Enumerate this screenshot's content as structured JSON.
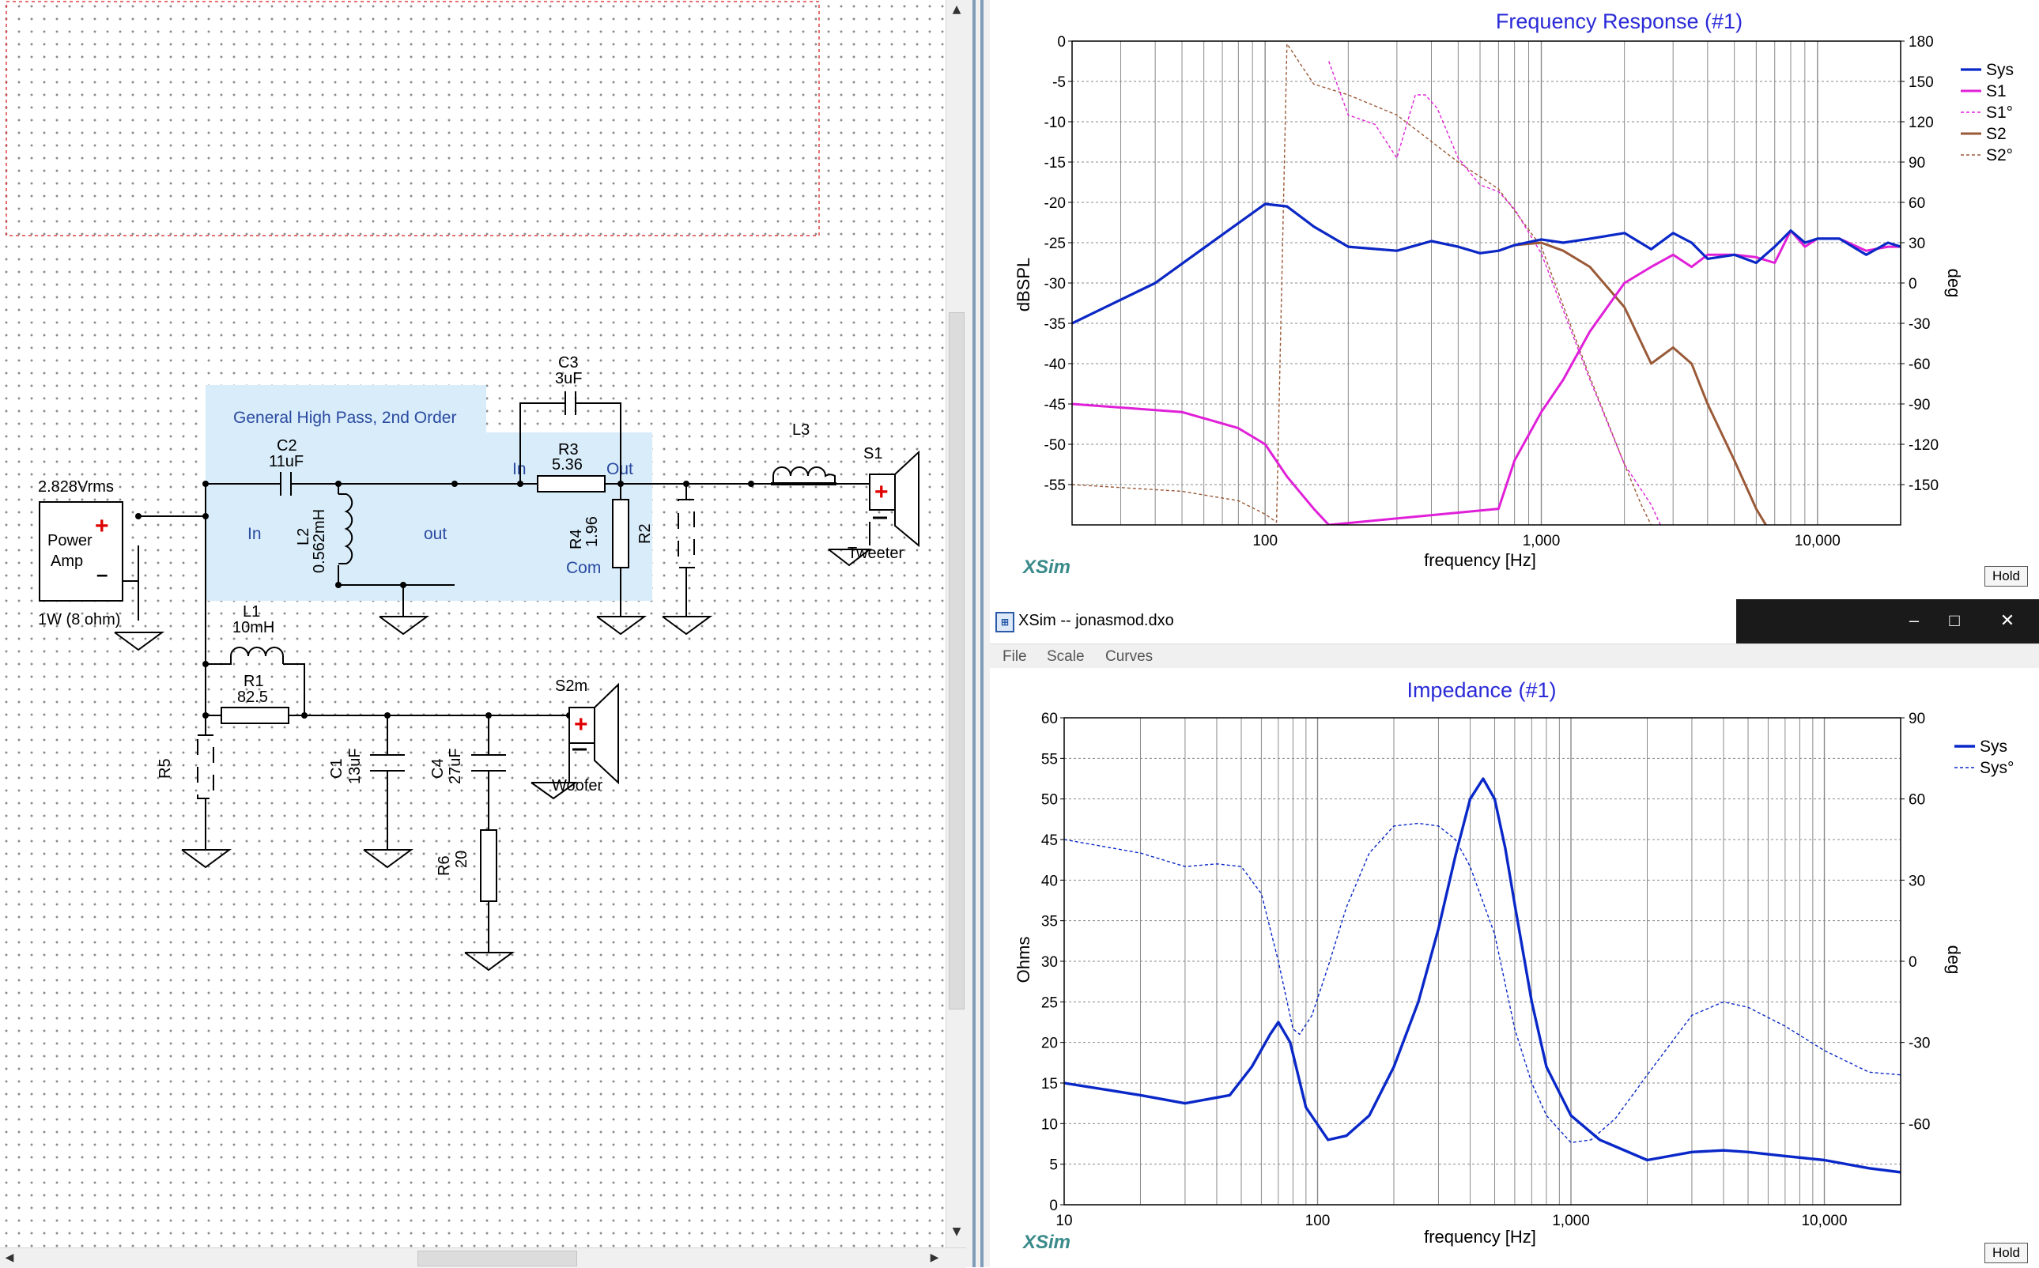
{
  "schematic": {
    "subcircuit_title": "General High Pass, 2nd Order",
    "source_voltage": "2.828Vrms",
    "amp_label_1": "Power",
    "amp_label_2": "Amp",
    "amp_rating": "1W (8 ohm)",
    "c2_name": "C2",
    "c2_value": "11uF",
    "l2_name": "L2",
    "l2_value": "0.562mH",
    "c3_name": "C3",
    "c3_value": "3uF",
    "r3_name": "R3",
    "r3_value": "5.36",
    "r4_name": "R4",
    "r4_value": "1.96",
    "r2_name": "R2",
    "l3_name": "L3",
    "s1_name": "S1",
    "s1_label": "Tweeter",
    "port_in_1": "In",
    "port_out_1": "out",
    "port_in_2": "In",
    "port_out_2": "Out",
    "port_com": "Com",
    "l1_name": "L1",
    "l1_value": "10mH",
    "r1_name": "R1",
    "r1_value": "82.5",
    "r5_name": "R5",
    "c1_name": "C1",
    "c1_value": "13uF",
    "c4_name": "C4",
    "c4_value": "27uF",
    "r6_name": "R6",
    "r6_value": "20",
    "s2_name": "S2m",
    "s2_label": "Woofer"
  },
  "fr_chart": {
    "title": "Frequency Response (#1)",
    "xlabel": "frequency [Hz]",
    "ylabel_left": "dBSPL",
    "ylabel_right": "deg",
    "left_ticks": [
      "0",
      "-5",
      "-10",
      "-15",
      "-20",
      "-25",
      "-30",
      "-35",
      "-40",
      "-45",
      "-50",
      "-55"
    ],
    "right_ticks": [
      "180",
      "150",
      "120",
      "90",
      "60",
      "30",
      "0",
      "-30",
      "-60",
      "-90",
      "-120",
      "-150"
    ],
    "x_ticks": [
      "100",
      "1,000",
      "10,000"
    ],
    "legend": [
      "Sys",
      "S1",
      "S1°",
      "S2",
      "S2°"
    ],
    "logo": "XSim",
    "hold_label": "Hold"
  },
  "window": {
    "title": "XSim -- jonasmod.dxo",
    "minimize_glyph": "–",
    "maximize_glyph": "□",
    "close_glyph": "✕",
    "menu": [
      "File",
      "Scale",
      "Curves"
    ]
  },
  "imp_chart": {
    "title": "Impedance (#1)",
    "xlabel": "frequency [Hz]",
    "ylabel_left": "Ohms",
    "ylabel_right": "deg",
    "left_ticks": [
      "60",
      "55",
      "50",
      "45",
      "40",
      "35",
      "30",
      "25",
      "20",
      "15",
      "10",
      "5",
      "0"
    ],
    "right_ticks": [
      "90",
      "60",
      "30",
      "0",
      "-30",
      "-60"
    ],
    "x_ticks": [
      "10",
      "100",
      "1,000",
      "10,000"
    ],
    "legend": [
      "Sys",
      "Sys°"
    ],
    "logo": "XSim",
    "hold_label": "Hold"
  },
  "colors": {
    "sys": "#0a28c8",
    "s1": "#e020d8",
    "s2": "#9a5a38",
    "title_blue": "#2a2ad8",
    "subcircuit_bg": "#d8ecfa",
    "grid": "#8a8a8a"
  },
  "chart_data": [
    {
      "type": "line",
      "title": "Frequency Response (#1)",
      "xlabel": "frequency [Hz]",
      "ylabel": "dBSPL",
      "y2label": "deg",
      "xscale": "log",
      "xlim": [
        20,
        20000
      ],
      "ylim": [
        -60,
        0
      ],
      "y2lim": [
        -180,
        180
      ],
      "grid": true,
      "legend_position": "top-right",
      "series": [
        {
          "name": "Sys",
          "axis": "left",
          "x": [
            20,
            40,
            70,
            100,
            120,
            150,
            200,
            300,
            400,
            500,
            600,
            700,
            800,
            1000,
            1200,
            1500,
            2000,
            2500,
            3000,
            3500,
            4000,
            5000,
            6000,
            7000,
            8000,
            9000,
            10000,
            12000,
            15000,
            18000,
            20000
          ],
          "y": [
            -35,
            -30,
            -24,
            -20.2,
            -20.5,
            -23,
            -25.5,
            -26,
            -24.8,
            -25.5,
            -26.3,
            -26,
            -25.3,
            -24.6,
            -25,
            -24.5,
            -23.8,
            -25.8,
            -23.8,
            -25,
            -27,
            -26.5,
            -27.5,
            -25.5,
            -23.5,
            -25,
            -24.5,
            -24.5,
            -26.5,
            -25,
            -25.5
          ]
        },
        {
          "name": "S1",
          "axis": "left",
          "x": [
            20,
            50,
            80,
            100,
            120,
            150,
            170,
            700,
            800,
            1000,
            1200,
            1500,
            2000,
            2500,
            3000,
            3500,
            4000,
            5000,
            6000,
            7000,
            8000,
            9000,
            10000,
            12000,
            15000,
            18000,
            20000
          ],
          "y": [
            -45,
            -46,
            -48,
            -50,
            -54,
            -58,
            -60,
            -58,
            -52,
            -46,
            -42,
            -36,
            -30,
            -28,
            -26.5,
            -28,
            -26.5,
            -26.5,
            -26.8,
            -27.5,
            -23.5,
            -25.5,
            -24.5,
            -24.5,
            -26,
            -25.5,
            -25.5
          ]
        },
        {
          "name": "S1°",
          "axis": "right",
          "x": [
            170,
            200,
            250,
            300,
            350,
            380,
            420,
            500,
            600,
            700,
            800,
            1000,
            1500,
            2000,
            2500,
            2700
          ],
          "y": [
            165,
            125,
            118,
            93,
            140,
            140,
            130,
            93,
            73,
            68,
            55,
            22,
            -72,
            -135,
            -165,
            -180
          ]
        },
        {
          "name": "S2",
          "axis": "left",
          "x": [
            20,
            40,
            70,
            100,
            120,
            150,
            200,
            300,
            400,
            500,
            600,
            700,
            800,
            1000,
            1200,
            1500,
            2000,
            2500,
            3000,
            3500,
            4000,
            5000,
            6000,
            6500
          ],
          "y": [
            -35,
            -30,
            -24,
            -20.2,
            -20.5,
            -23,
            -25.5,
            -26,
            -24.8,
            -25.5,
            -26.3,
            -26,
            -25.3,
            -25,
            -26,
            -28,
            -33,
            -40,
            -38,
            -40,
            -45,
            -52,
            -58,
            -60
          ]
        },
        {
          "name": "S2°",
          "axis": "right",
          "x": [
            20,
            50,
            80,
            100,
            110,
            120,
            150,
            200,
            300,
            500,
            700,
            1000,
            1500,
            2000,
            2300,
            2500
          ],
          "y": [
            -150,
            -155,
            -162,
            -172,
            -178,
            178,
            148,
            140,
            125,
            90,
            70,
            27,
            -70,
            -135,
            -165,
            -180
          ]
        }
      ]
    },
    {
      "type": "line",
      "title": "Impedance (#1)",
      "xlabel": "frequency [Hz]",
      "ylabel": "Ohms",
      "y2label": "deg",
      "xscale": "log",
      "xlim": [
        10,
        20000
      ],
      "ylim": [
        0,
        60
      ],
      "y2lim": [
        -90,
        90
      ],
      "grid": true,
      "legend_position": "top-right",
      "series": [
        {
          "name": "Sys",
          "axis": "left",
          "x": [
            10,
            20,
            30,
            45,
            55,
            65,
            70,
            78,
            90,
            110,
            130,
            160,
            200,
            250,
            300,
            350,
            400,
            450,
            500,
            550,
            600,
            700,
            800,
            1000,
            1300,
            2000,
            3000,
            4000,
            5000,
            7000,
            10000,
            15000,
            20000
          ],
          "y": [
            15,
            13.5,
            12.5,
            13.5,
            17,
            21,
            22.5,
            20,
            12,
            8,
            8.5,
            11,
            17,
            25,
            34,
            43,
            50,
            52.5,
            50,
            44,
            37,
            25,
            17,
            11,
            8,
            5.5,
            6.5,
            6.7,
            6.5,
            6,
            5.5,
            4.5,
            4
          ]
        },
        {
          "name": "Sys°",
          "axis": "right",
          "x": [
            10,
            20,
            30,
            40,
            50,
            60,
            70,
            80,
            85,
            95,
            110,
            130,
            160,
            200,
            250,
            300,
            350,
            400,
            500,
            600,
            700,
            800,
            1000,
            1200,
            1500,
            2000,
            3000,
            4000,
            5000,
            7000,
            10000,
            15000,
            20000
          ],
          "y": [
            45,
            40,
            35,
            36,
            35,
            25,
            0,
            -25,
            -27,
            -20,
            -2,
            20,
            40,
            50,
            51,
            50,
            45,
            35,
            10,
            -25,
            -45,
            -57,
            -67,
            -66,
            -58,
            -42,
            -20,
            -15,
            -17,
            -24,
            -33,
            -41,
            -42
          ]
        }
      ]
    }
  ]
}
